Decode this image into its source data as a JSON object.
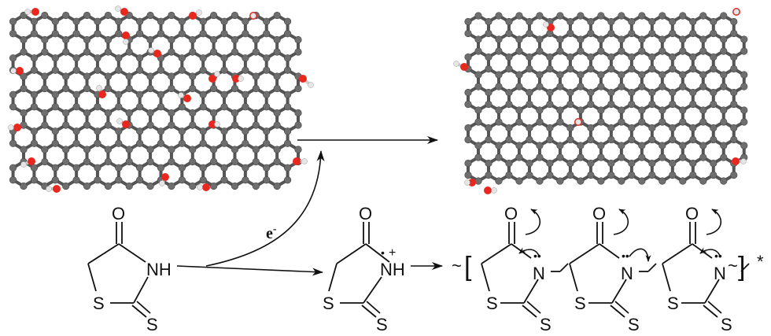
{
  "colors": {
    "carbon": "#6e6e6e",
    "oxygen": "#e8281f",
    "hydrogen": "#e6e6e6",
    "line": "#111111"
  },
  "labels": {
    "electron": "e",
    "electron_sup": "-",
    "oxygen": "O",
    "nh": "NH",
    "n": "N",
    "sulfur": "S",
    "radical_dot": "•",
    "plus": "+",
    "lone_pair": "••",
    "bracket_open": "[",
    "bracket_close": "]",
    "end_star": "*",
    "wavy": "~"
  }
}
